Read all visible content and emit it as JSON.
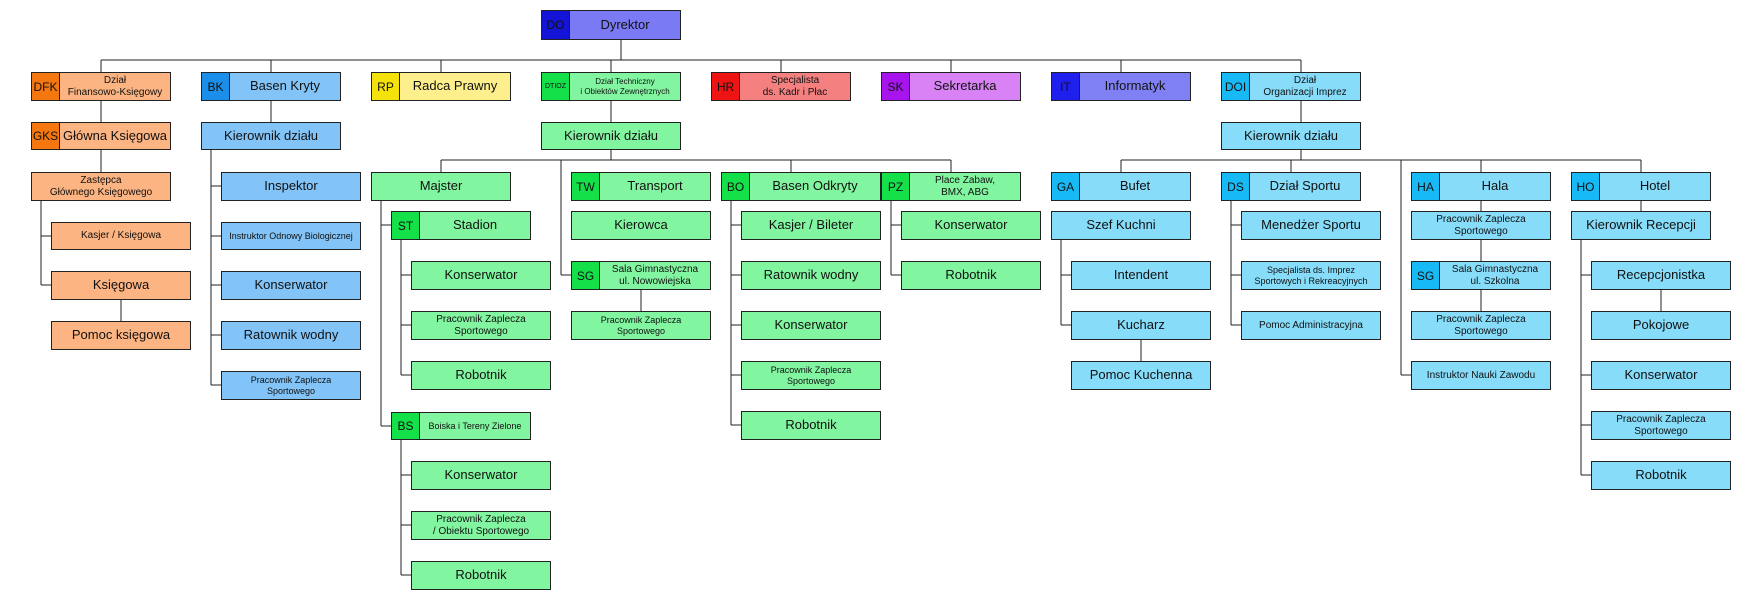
{
  "colors": {
    "dyrektor_code": "#1414d6",
    "dyrektor": "#7a7af5",
    "dfk_code": "#f57710",
    "dfk": "#fcb482",
    "bk_code": "#1a8ee8",
    "bk": "#82c4f7",
    "rp_code": "#f5e20a",
    "rp": "#fdf08c",
    "dtioz_code": "#14e04a",
    "dtioz": "#82f5a0",
    "hr_code": "#ee1414",
    "hr": "#f58080",
    "sk_code": "#a814ee",
    "sk": "#d882f5",
    "it_code": "#2020ee",
    "it": "#8080f5",
    "doi_code": "#18baf5",
    "doi": "#86dcf9"
  },
  "nodes": {
    "dyrektor": {
      "code": "DO",
      "label": "Dyrektor"
    },
    "dfk": {
      "code": "DFK",
      "label": "Dział\nFinansowo-Księgowy"
    },
    "gks": {
      "code": "GKS",
      "label": "Główna Księgowa"
    },
    "zastepca": {
      "label": "Zastępca\nGłównego Księgowego"
    },
    "kasjer_ksiegowa": {
      "label": "Kasjer / Księgowa"
    },
    "ksiegowa": {
      "label": "Księgowa"
    },
    "pomoc_ksiegowa": {
      "label": "Pomoc księgowa"
    },
    "bk": {
      "code": "BK",
      "label": "Basen Kryty"
    },
    "bk_kierownik": {
      "label": "Kierownik działu"
    },
    "bk_inspektor": {
      "label": "Inspektor"
    },
    "bk_instruktor": {
      "label": "Instruktor Odnowy Biologicznej"
    },
    "bk_konserwator": {
      "label": "Konserwator"
    },
    "bk_ratownik": {
      "label": "Ratownik wodny"
    },
    "bk_pracownik": {
      "label": "Pracownik Zaplecza\nSportowego"
    },
    "rp": {
      "code": "RP",
      "label": "Radca Prawny"
    },
    "dtioz": {
      "code": "DTIOZ",
      "label": "Dział Techniczny\ni Obiektów Zewnętrznych"
    },
    "dt_kierownik": {
      "label": "Kierownik działu"
    },
    "majster": {
      "label": "Majster"
    },
    "st": {
      "code": "ST",
      "label": "Stadion"
    },
    "st_konserwator": {
      "label": "Konserwator"
    },
    "st_pracownik": {
      "label": "Pracownik Zaplecza\nSportowego"
    },
    "st_robotnik": {
      "label": "Robotnik"
    },
    "bs": {
      "code": "BS",
      "label": "Boiska i Tereny Zielone"
    },
    "bs_konserwator": {
      "label": "Konserwator"
    },
    "bs_pracownik": {
      "label": "Pracownik Zaplecza\n/ Obiektu Sportowego"
    },
    "bs_robotnik": {
      "label": "Robotnik"
    },
    "tw": {
      "code": "TW",
      "label": "Transport"
    },
    "kierowca": {
      "label": "Kierowca"
    },
    "sg1": {
      "code": "SG",
      "label": "Sala Gimnastyczna\nul. Nowowiejska"
    },
    "sg1_pracownik": {
      "label": "Pracownik Zaplecza\nSportowego"
    },
    "bo": {
      "code": "BO",
      "label": "Basen Odkryty"
    },
    "bo_kasjer": {
      "label": "Kasjer / Bileter"
    },
    "bo_ratownik": {
      "label": "Ratownik wodny"
    },
    "bo_konserwator": {
      "label": "Konserwator"
    },
    "bo_pracownik": {
      "label": "Pracownik Zaplecza\nSportowego"
    },
    "bo_robotnik": {
      "label": "Robotnik"
    },
    "pz": {
      "code": "PZ",
      "label": "Place Zabaw,\nBMX, ABG"
    },
    "pz_konserwator": {
      "label": "Konserwator"
    },
    "pz_robotnik": {
      "label": "Robotnik"
    },
    "hr": {
      "code": "HR",
      "label": "Specjalista\nds. Kadr i Płac"
    },
    "sk": {
      "code": "SK",
      "label": "Sekretarka"
    },
    "it": {
      "code": "IT",
      "label": "Informatyk"
    },
    "doi": {
      "code": "DOI",
      "label": "Dział\nOrganizacji Imprez"
    },
    "doi_kierownik": {
      "label": "Kierownik działu"
    },
    "ga": {
      "code": "GA",
      "label": "Bufet"
    },
    "szef_kuchni": {
      "label": "Szef Kuchni"
    },
    "intendent": {
      "label": "Intendent"
    },
    "kucharz": {
      "label": "Kucharz"
    },
    "pomoc_kuchenna": {
      "label": "Pomoc Kuchenna"
    },
    "ds": {
      "code": "DS",
      "label": "Dział Sportu"
    },
    "menedzer": {
      "label": "Menedżer Sportu"
    },
    "specjalista_imprez": {
      "label": "Specjalista ds. Imprez\nSportowych i Rekreacyjnych"
    },
    "pomoc_adm": {
      "label": "Pomoc Administracyjna"
    },
    "ha": {
      "code": "HA",
      "label": "Hala"
    },
    "ha_pracownik": {
      "label": "Pracownik Zaplecza\nSportowego"
    },
    "sg2": {
      "code": "SG",
      "label": "Sala Gimnastyczna\nul. Szkolna"
    },
    "sg2_pracownik": {
      "label": "Pracownik Zaplecza\nSportowego"
    },
    "instruktor_nauki": {
      "label": "Instruktor Nauki Zawodu"
    },
    "ho": {
      "code": "HO",
      "label": "Hotel"
    },
    "kierownik_recepcji": {
      "label": "Kierownik Recepcji"
    },
    "recepcjonistka": {
      "label": "Recepcjonistka"
    },
    "pokojowe": {
      "label": "Pokojowe"
    },
    "ho_konserwator": {
      "label": "Konserwator"
    },
    "ho_pracownik": {
      "label": "Pracownik Zaplecza\nSportowego"
    },
    "ho_robotnik": {
      "label": "Robotnik"
    }
  }
}
